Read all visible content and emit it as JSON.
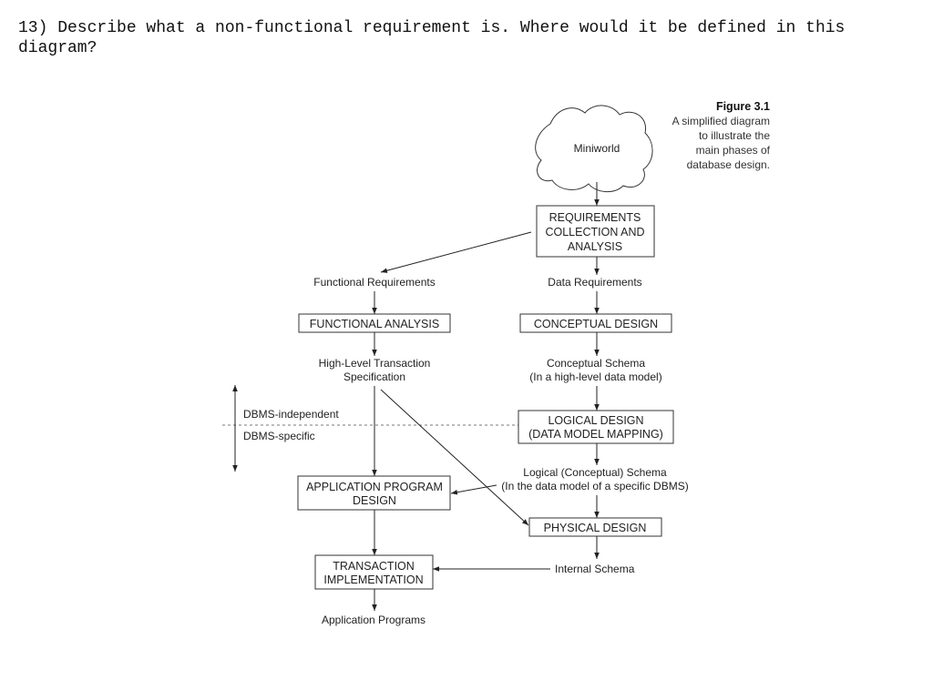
{
  "question": "13) Describe what a non-functional requirement is. Where would it be defined in this diagram?",
  "figure": {
    "title": "Figure 3.1",
    "caption": [
      "A simplified diagram",
      "to illustrate the",
      "main phases of",
      "database design."
    ]
  },
  "nodes": {
    "miniworld": "Miniworld",
    "requirements": [
      "REQUIREMENTS",
      "COLLECTION AND",
      "ANALYSIS"
    ],
    "functional_requirements": "Functional Requirements",
    "data_requirements": "Data Requirements",
    "functional_analysis": "FUNCTIONAL ANALYSIS",
    "conceptual_design": "CONCEPTUAL DESIGN",
    "transaction_spec": [
      "High-Level Transaction",
      "Specification"
    ],
    "conceptual_schema": [
      "Conceptual Schema",
      "(In a high-level data model)"
    ],
    "dbms_independent": "DBMS-independent",
    "dbms_specific": "DBMS-specific",
    "logical_design": [
      "LOGICAL DESIGN",
      "(DATA MODEL MAPPING)"
    ],
    "logical_schema": [
      "Logical (Conceptual) Schema",
      "(In the data model of a specific DBMS)"
    ],
    "application_program_design": [
      "APPLICATION PROGRAM",
      "DESIGN"
    ],
    "physical_design": "PHYSICAL DESIGN",
    "transaction_implementation": [
      "TRANSACTION",
      "IMPLEMENTATION"
    ],
    "internal_schema": "Internal Schema",
    "application_programs": "Application Programs"
  }
}
